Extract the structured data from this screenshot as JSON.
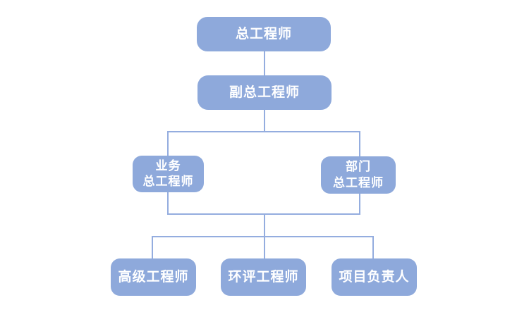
{
  "diagram": {
    "type": "org-chart",
    "background_color": "#ffffff",
    "node_fill_color": "#8EA9DB",
    "node_text_color": "#ffffff",
    "connector_color": "#94ADDF",
    "nodes": [
      {
        "id": "chief-engineer",
        "label": "总工程师",
        "level": 1
      },
      {
        "id": "deputy-chief-engineer",
        "label": "副总工程师",
        "level": 2
      },
      {
        "id": "business-chief-engineer",
        "label": "业务\n总工程师",
        "level": 3
      },
      {
        "id": "department-chief-engineer",
        "label": "部门\n总工程师",
        "level": 3
      },
      {
        "id": "senior-engineer",
        "label": "高级工程师",
        "level": 4
      },
      {
        "id": "eia-engineer",
        "label": "环评工程师",
        "level": 4
      },
      {
        "id": "project-leader",
        "label": "项目负责人",
        "level": 4
      }
    ],
    "edges": [
      {
        "from": "chief-engineer",
        "to": "deputy-chief-engineer"
      },
      {
        "from": "deputy-chief-engineer",
        "to": "business-chief-engineer"
      },
      {
        "from": "deputy-chief-engineer",
        "to": "department-chief-engineer"
      },
      {
        "from": "business-chief-engineer & department-chief-engineer",
        "to": "senior-engineer"
      },
      {
        "from": "business-chief-engineer & department-chief-engineer",
        "to": "eia-engineer"
      },
      {
        "from": "business-chief-engineer & department-chief-engineer",
        "to": "project-leader"
      }
    ]
  }
}
